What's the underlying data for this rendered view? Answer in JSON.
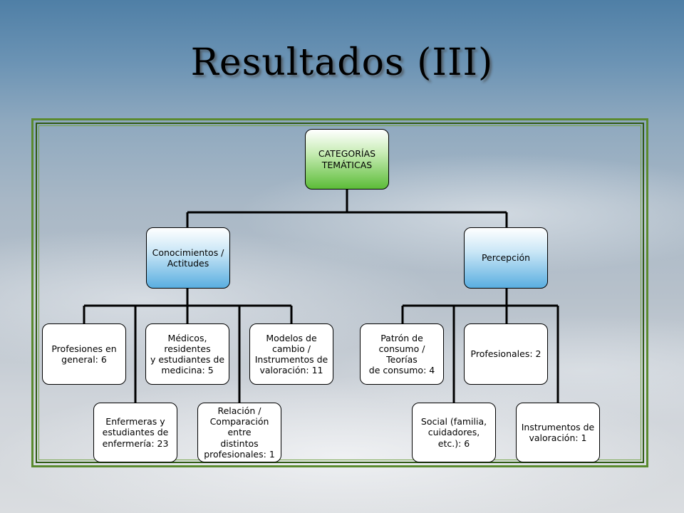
{
  "slide": {
    "title": "Resultados (III)"
  },
  "diagram": {
    "root": "CATEGORÍAS\nTEMÁTICAS",
    "categories": [
      {
        "label": "Conocimientos /\nActitudes",
        "children": [
          "Profesiones en\ngeneral: 6",
          "Enfermeras y\nestudiantes de\nenfermería: 23",
          "Médicos, residentes\ny estudiantes de\nmedicina: 5",
          "Relación /\nComparación entre\ndistintos\nprofesionales: 1",
          "Modelos de\ncambio /\nInstrumentos de\nvaloración: 11"
        ]
      },
      {
        "label": "Percepción",
        "children": [
          "Patrón de\nconsumo / Teorías\nde consumo: 4",
          "Social (familia,\ncuidadores, etc.): 6",
          "Profesionales: 2",
          "Instrumentos de\nvaloración: 1"
        ]
      }
    ]
  },
  "colors": {
    "root_fill": "#5cbc38",
    "category_fill": "#5aaee0",
    "frame": "#2f5a14"
  }
}
